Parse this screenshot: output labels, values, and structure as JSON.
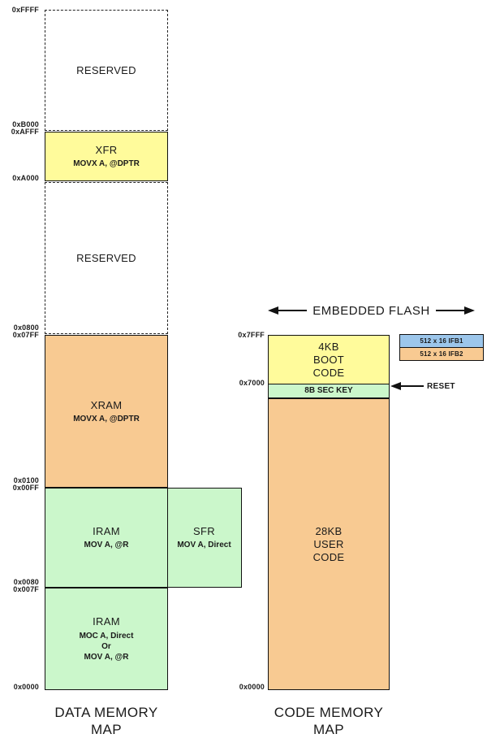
{
  "colors": {
    "yellow": "#FFFB9B",
    "orange": "#F8CA92",
    "green": "#CBF7CB",
    "blue": "#9CC6EB",
    "white": "#FFFFFF"
  },
  "data_memory": {
    "caption": {
      "line1": "DATA MEMORY",
      "line2": "MAP"
    },
    "addresses": {
      "top": "0xFFFF",
      "res_top_bottom": "0xB000",
      "xfr_top": "0xAFFF",
      "xfr_bottom": "0xA000",
      "res_mid_bottom": "0x0800",
      "xram_top": "0x07FF",
      "xram_bottom": "0x0100",
      "iram_mid_top": "0x00FF",
      "iram_mid_bottom": "0x0080",
      "iram_low_top": "0x007F",
      "bottom": "0x0000"
    },
    "reserved_top": {
      "label": "RESERVED"
    },
    "xfr": {
      "label": "XFR",
      "sub": "MOVX A, @DPTR"
    },
    "reserved_mid": {
      "label": "RESERVED"
    },
    "xram": {
      "label": "XRAM",
      "sub": "MOVX A, @DPTR"
    },
    "iram_mid": {
      "label": "IRAM",
      "sub": "MOV A, @R"
    },
    "sfr": {
      "label": "SFR",
      "sub": "MOV A, Direct"
    },
    "iram_low": {
      "label": "IRAM",
      "sub1": "MOC A, Direct",
      "sub2": "Or",
      "sub3": "MOV A, @R"
    }
  },
  "code_memory": {
    "header": "EMBEDDED FLASH",
    "caption": {
      "line1": "CODE MEMORY",
      "line2": "MAP"
    },
    "addresses": {
      "top": "0x7FFF",
      "boot_bottom": "0x7000",
      "bottom": "0x0000"
    },
    "boot": {
      "line1": "4KB",
      "line2": "BOOT",
      "line3": "CODE"
    },
    "seckey": {
      "label": "8B SEC KEY"
    },
    "user": {
      "line1": "28KB",
      "line2": "USER",
      "line3": "CODE"
    },
    "reset_label": "RESET",
    "legend": [
      {
        "label": "512 x 16 IFB1"
      },
      {
        "label": "512 x 16 IFB2"
      }
    ]
  }
}
